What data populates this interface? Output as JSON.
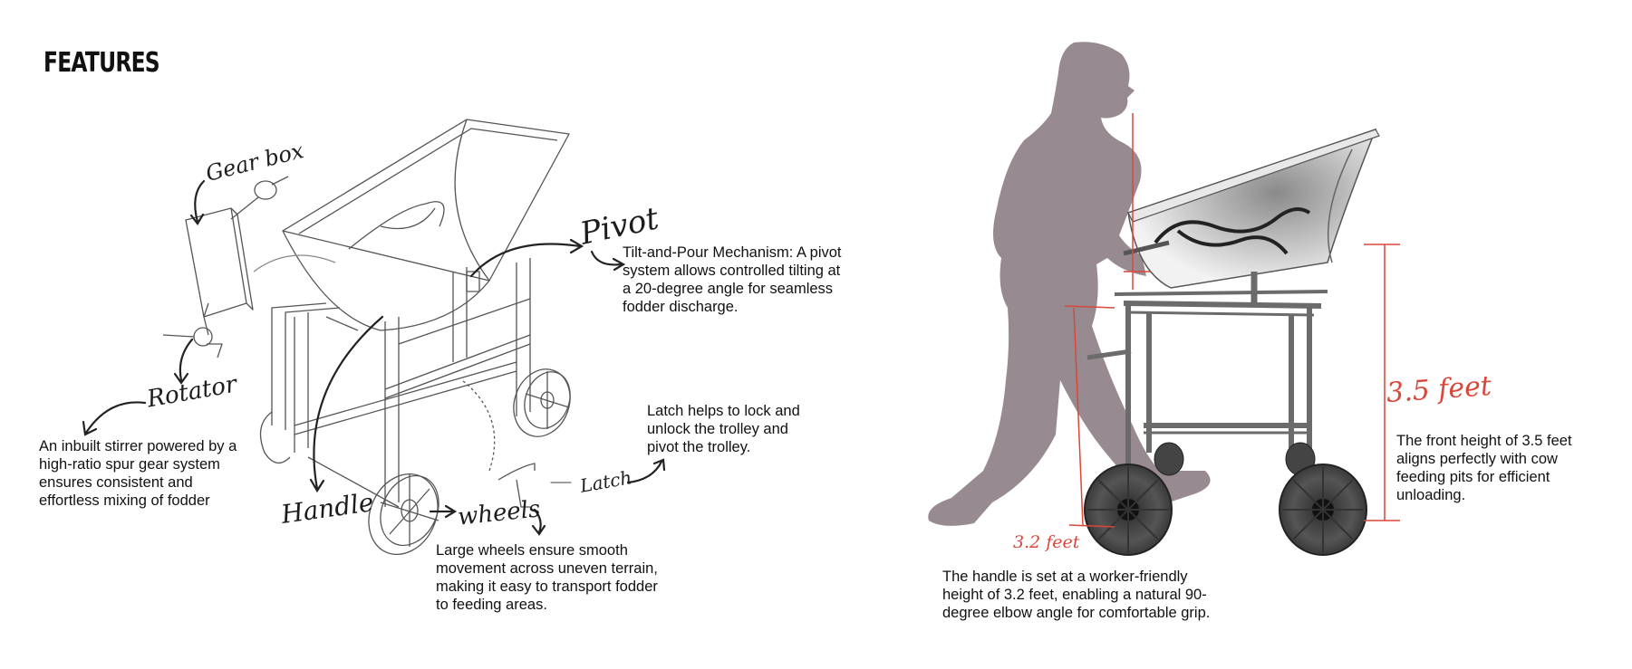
{
  "page": {
    "title": "FEATURES"
  },
  "sketch_labels": {
    "gear_box": "Gear box",
    "rotator": "Rotator",
    "pivot": "Pivot",
    "handle": "Handle",
    "wheels": "wheels",
    "latch": "Latch"
  },
  "descriptions": {
    "stirrer": [
      "An inbuilt stirrer powered by a",
      "high-ratio spur gear system",
      "ensures consistent and",
      "effortless mixing of fodder"
    ],
    "pivot": [
      "Tilt-and-Pour Mechanism: A pivot",
      "system allows controlled tilting at",
      "a 20-degree angle for seamless",
      "fodder discharge."
    ],
    "latch": [
      "Latch helps to lock and",
      "unlock the trolley and",
      "pivot the trolley."
    ],
    "wheels": [
      "Large wheels ensure smooth",
      "movement across uneven terrain,",
      "making it easy to transport fodder",
      "to feeding areas."
    ],
    "handle_height": [
      "The handle is set at a worker-friendly",
      "height of 3.2 feet, enabling a natural 90-",
      "degree elbow angle for comfortable grip."
    ],
    "front_height": [
      "The front height of 3.5 feet",
      "aligns perfectly with cow",
      "feeding pits for efficient",
      "unloading."
    ]
  },
  "dimensions": {
    "handle": "3.2 feet",
    "front": "3.5 feet"
  },
  "colors": {
    "sketch_line": "#555555",
    "silhouette": "#978a90",
    "dimension_red": "#d9473a",
    "frame_metal": "#6b6b6b"
  }
}
